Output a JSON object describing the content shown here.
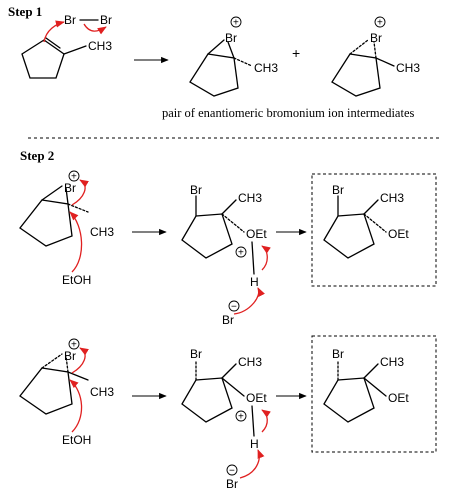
{
  "step1": {
    "title": "Step 1",
    "br2_label_left": "Br",
    "br2_label_right": "Br",
    "reactant_methyl": "CH3",
    "product1_br": "Br",
    "product1_methyl": "CH3",
    "plus_sign": "+",
    "product2_br": "Br",
    "product2_methyl": "CH3",
    "caption": "pair of enantiomeric bromonium ion intermediates"
  },
  "step2": {
    "title": "Step 2",
    "row1": {
      "bromonium_br": "Br",
      "bromonium_methyl": "CH3",
      "nucleophile": "EtOH",
      "intermediate_br": "Br",
      "intermediate_methyl": "CH3",
      "intermediate_oet": "OEt",
      "proton": "H",
      "base_br": "Br",
      "product_br": "Br",
      "product_methyl": "CH3",
      "product_oet": "OEt"
    },
    "row2": {
      "bromonium_br": "Br",
      "bromonium_methyl": "CH3",
      "nucleophile": "EtOH",
      "intermediate_br": "Br",
      "intermediate_methyl": "CH3",
      "intermediate_oet": "OEt",
      "proton": "H",
      "base_br": "Br",
      "product_br": "Br",
      "product_methyl": "CH3",
      "product_oet": "OEt"
    }
  },
  "charges": {
    "plus": "+",
    "minus": "−"
  },
  "colors": {
    "curly_arrow": "#e02020",
    "ink": "#000000"
  }
}
